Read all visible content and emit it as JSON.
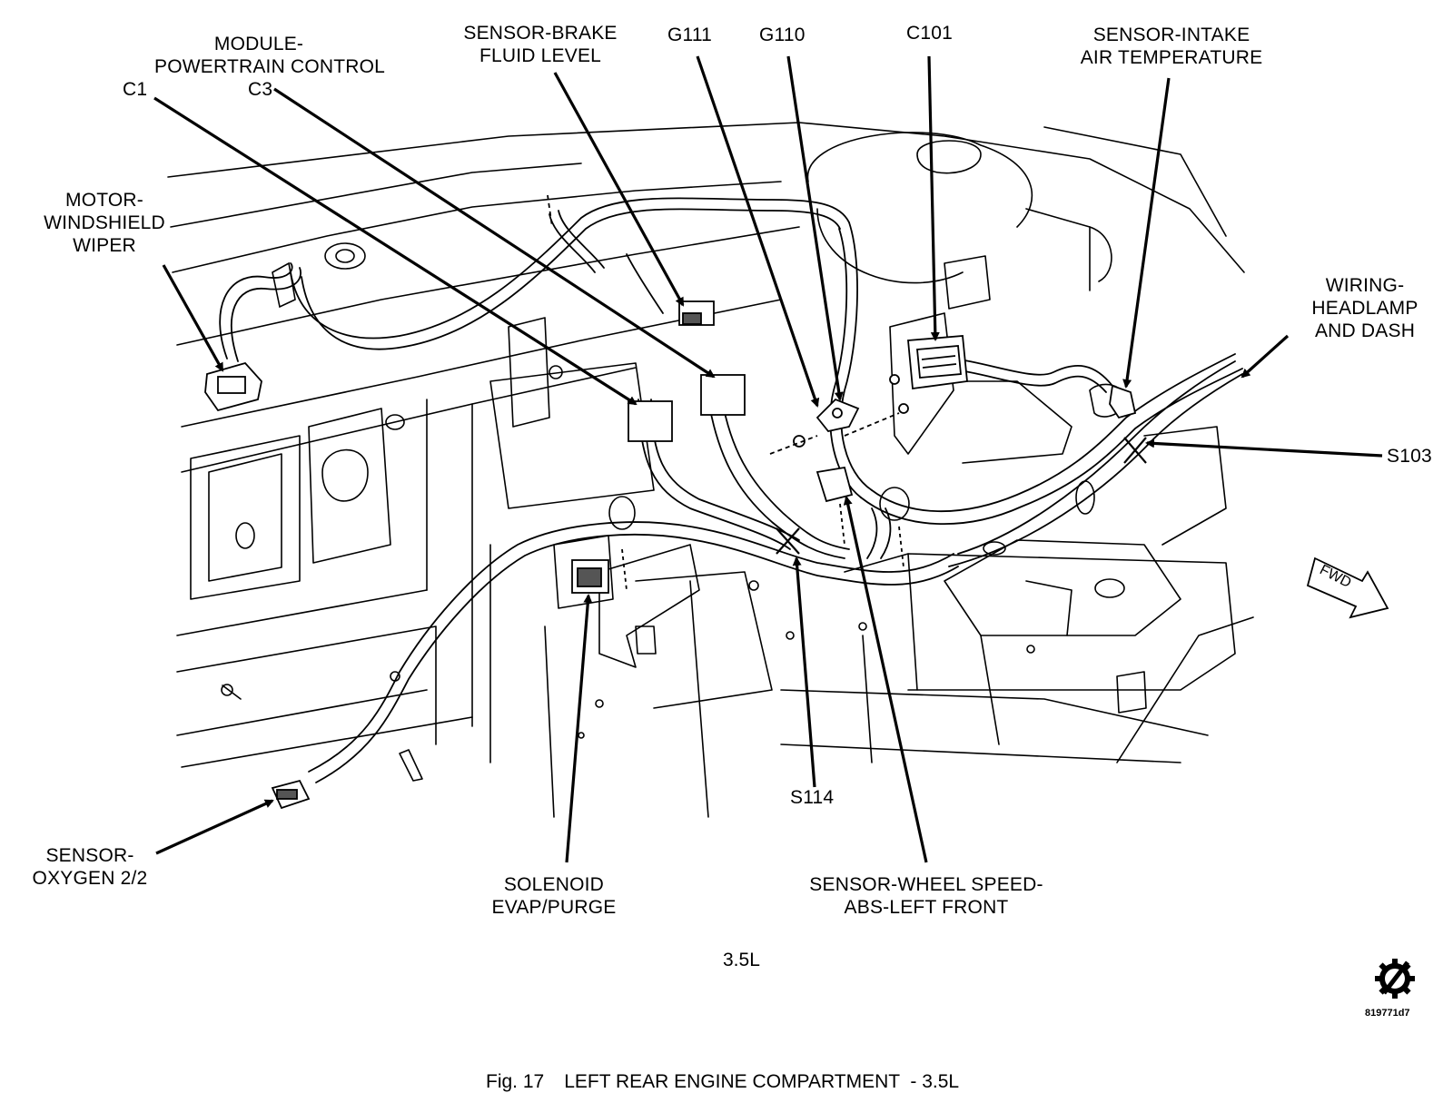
{
  "labels": {
    "pcm": [
      "MODULE-",
      "POWERTRAIN CONTROL"
    ],
    "pcm_c1": "C1",
    "pcm_c3": "C3",
    "brake_fluid": [
      "SENSOR-BRAKE",
      "FLUID LEVEL"
    ],
    "g111": "G111",
    "g110": "G110",
    "c101": "C101",
    "iat": [
      "SENSOR-INTAKE",
      "AIR TEMPERATURE"
    ],
    "wiper": [
      "MOTOR-",
      "WINDSHIELD",
      "WIPER"
    ],
    "headlamp": [
      "WIRING-",
      "HEADLAMP",
      "AND DASH"
    ],
    "s103": "S103",
    "s114": "S114",
    "oxygen": [
      "SENSOR-",
      "OXYGEN 2/2"
    ],
    "solenoid": [
      "SOLENOID",
      "EVAP/PURGE"
    ],
    "wheel_speed": [
      "SENSOR-WHEEL SPEED-",
      "ABS-LEFT FRONT"
    ]
  },
  "fwd_text": "FWD",
  "engine": "3.5L",
  "code": "819771d7",
  "caption": {
    "fig": "Fig. 17",
    "title": "LEFT REAR ENGINE COMPARTMENT  - 3.5L"
  },
  "icons": {
    "gear": "gear-slash-icon",
    "fwd": "fwd-arrow-icon"
  }
}
